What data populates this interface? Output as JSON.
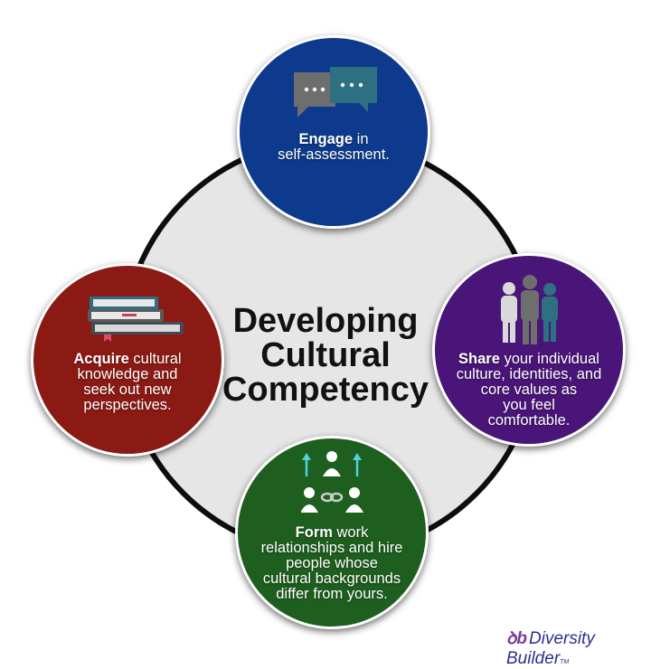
{
  "title": {
    "line1": "Developing",
    "line2": "Cultural",
    "line3": "Competency"
  },
  "nodes": {
    "engage": {
      "bold": "Engage",
      "rest1": " in",
      "line2": "self-assessment.",
      "color": "#0d3a8c",
      "icon": "speech-bubbles-icon"
    },
    "acquire": {
      "bold": "Acquire",
      "rest1": " cultural",
      "line2": "knowledge and",
      "line3": "seek out new",
      "line4": "perspectives.",
      "color": "#8c1a14",
      "icon": "books-icon"
    },
    "share": {
      "bold": "Share",
      "rest1": " your individual",
      "line2": "culture, identities, and",
      "line3": "core values as",
      "line4": "you feel",
      "line5": "comfortable.",
      "color": "#4a1578",
      "icon": "people-group-icon"
    },
    "form": {
      "bold": "Form",
      "rest1": " work",
      "line2": "relationships and hire",
      "line3": "people whose",
      "line4": "cultural backgrounds",
      "line5": "differ from yours.",
      "color": "#1e5e1e",
      "icon": "connected-people-icon"
    }
  },
  "brand": {
    "logo_mark": "ꝺb",
    "name": "Diversity Builder",
    "tm": "TM"
  }
}
